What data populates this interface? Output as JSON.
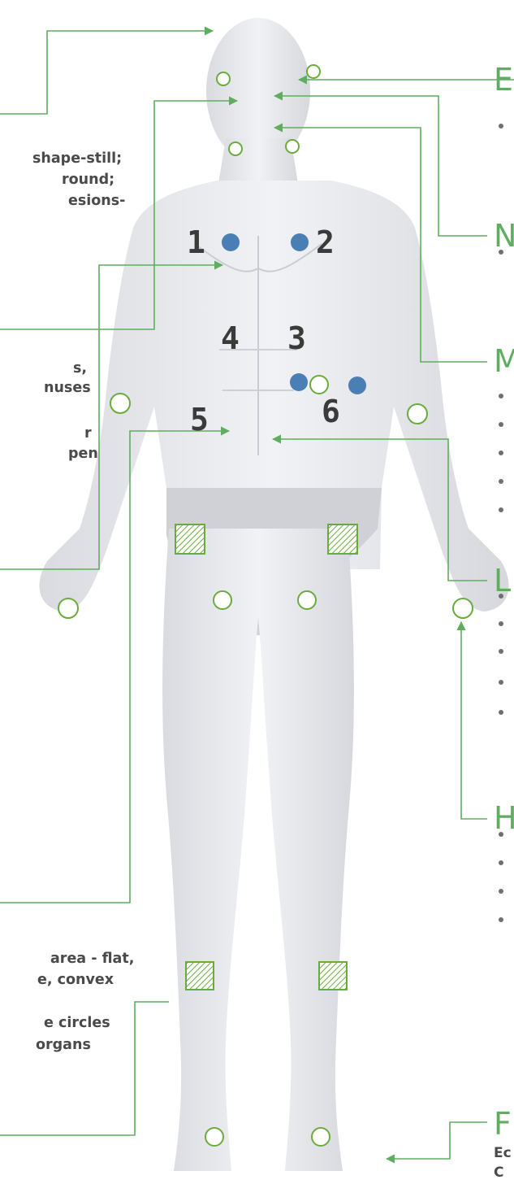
{
  "colors": {
    "accent_green": "#5fae60",
    "point_blue": "#4a7fb5",
    "body_gray": "#e4e6ea",
    "text": "#4a4a4a"
  },
  "left_text": {
    "line1": "shape-still;",
    "line2": "round;",
    "line3": "esions-",
    "line4": "s,",
    "line5": "nuses",
    "line6": "r",
    "line7": "pen",
    "line8": "area - flat,",
    "line9": "e, convex",
    "line10": "e circles",
    "line11": "organs"
  },
  "right_headings": {
    "h1": "E",
    "h2": "N",
    "h3": "M",
    "h4": "L",
    "h5": "H",
    "h6": "F"
  },
  "footer": {
    "line1": "Ec",
    "line2": "C"
  },
  "points": [
    {
      "label": "1"
    },
    {
      "label": "2"
    },
    {
      "label": "3"
    },
    {
      "label": "4"
    },
    {
      "label": "5"
    },
    {
      "label": "6"
    }
  ],
  "icons": [
    "body-figure",
    "open-circle-marker",
    "filled-circle-marker",
    "hatched-square-marker",
    "arrow-leader"
  ]
}
